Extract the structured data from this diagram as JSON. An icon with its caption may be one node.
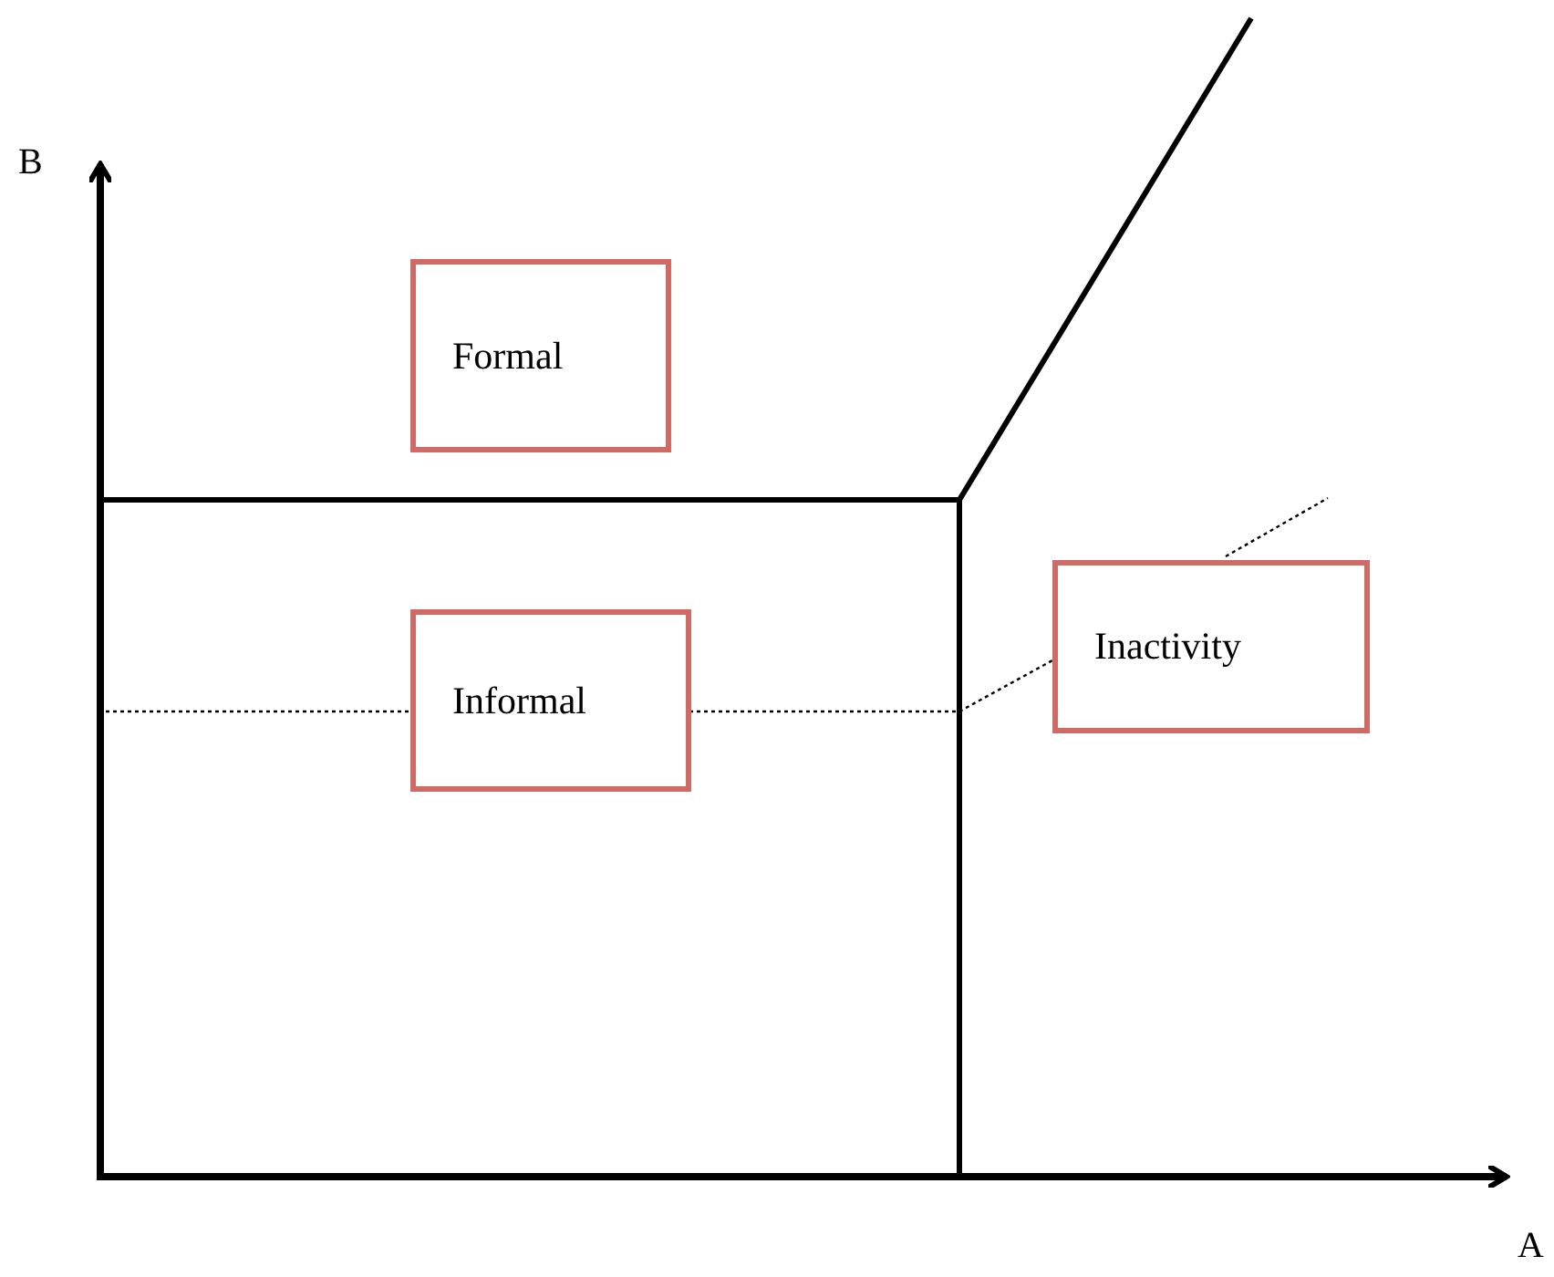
{
  "diagram": {
    "nodes": [
      {
        "text": [
          "Formal"
        ]
      },
      {
        "text": [
          "Informal"
        ]
      },
      {
        "text": [
          "Inactivity"
        ]
      }
    ],
    "labels": [
      "B",
      "A"
    ]
  }
}
